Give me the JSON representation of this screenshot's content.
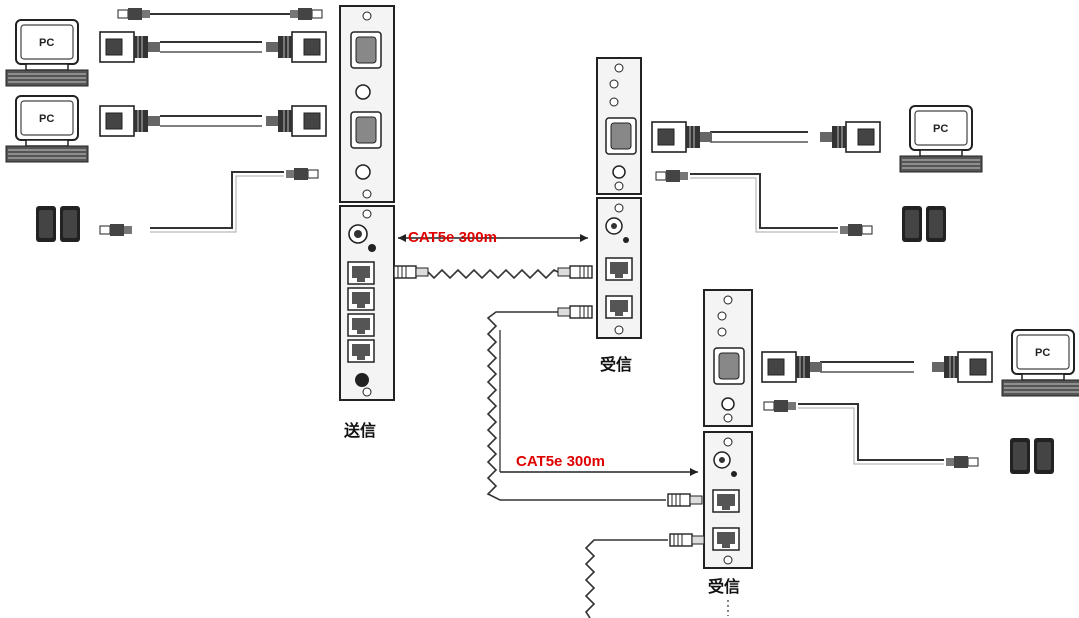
{
  "diagram": {
    "pc_label": "PC",
    "cable_label": "CAT5e  300m",
    "transmitter_label": "送信",
    "receiver_label": "受信",
    "colors": {
      "line": "#333333",
      "panel_fill": "#f4f4f4",
      "cable_text": "#e00000"
    }
  },
  "icons": [
    "pc-icon",
    "speaker-icon",
    "vga-cable-icon",
    "audio-cable-icon",
    "rj45-plug-icon",
    "ethernet-port-icon",
    "vga-port-icon"
  ]
}
